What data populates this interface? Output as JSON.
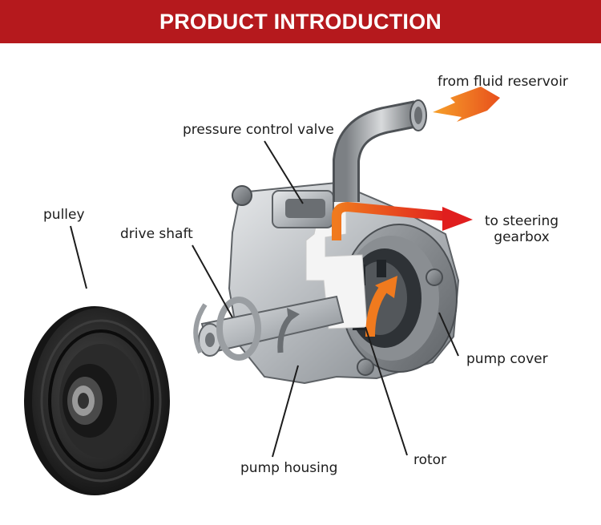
{
  "banner": {
    "title": "PRODUCT INTRODUCTION"
  },
  "colors": {
    "banner": "#b5191d",
    "arrow_orange": "#f0781e",
    "arrow_red": "#e8281e",
    "metal": "#b8bcc0",
    "pulley": "#1e1e1e"
  },
  "labels": {
    "from_reservoir": "from fluid reservoir",
    "pressure_valve": "pressure control valve",
    "to_steering_1": "to steering",
    "to_steering_2": "gearbox",
    "pulley": "pulley",
    "drive_shaft": "drive shaft",
    "pump_cover": "pump cover",
    "rotor": "rotor",
    "pump_housing": "pump housing"
  }
}
